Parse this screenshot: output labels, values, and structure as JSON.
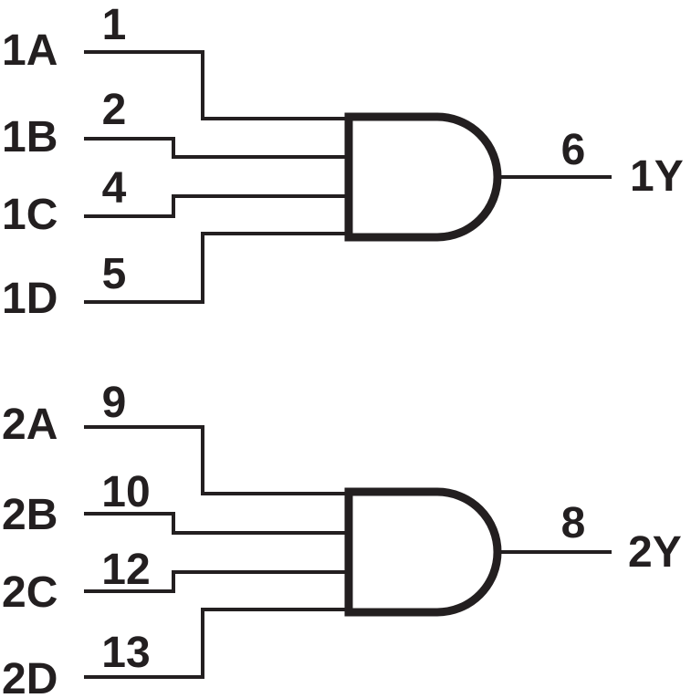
{
  "diagram": {
    "type": "logic-diagram",
    "description": "Dual 4-input AND gate logic diagram",
    "colors": {
      "ink": "#231f20",
      "background": "#ffffff"
    },
    "gates": [
      {
        "name": "gate-1",
        "gate_type": "AND",
        "inputs": [
          {
            "label": "1A",
            "pin": "1"
          },
          {
            "label": "1B",
            "pin": "2"
          },
          {
            "label": "1C",
            "pin": "4"
          },
          {
            "label": "1D",
            "pin": "5"
          }
        ],
        "output": {
          "label": "1Y",
          "pin": "6"
        }
      },
      {
        "name": "gate-2",
        "gate_type": "AND",
        "inputs": [
          {
            "label": "2A",
            "pin": "9"
          },
          {
            "label": "2B",
            "pin": "10"
          },
          {
            "label": "2C",
            "pin": "12"
          },
          {
            "label": "2D",
            "pin": "13"
          }
        ],
        "output": {
          "label": "2Y",
          "pin": "8"
        }
      }
    ]
  }
}
